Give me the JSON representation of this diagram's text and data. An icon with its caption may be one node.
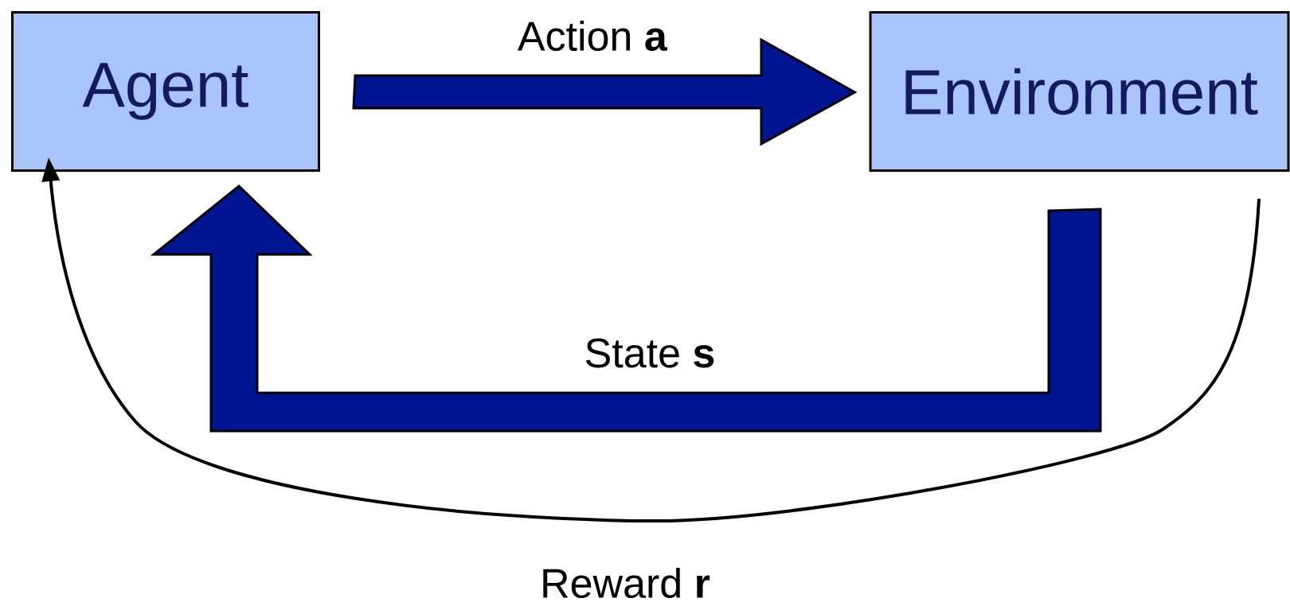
{
  "diagram": {
    "nodes": [
      {
        "text": [
          "Agent"
        ]
      },
      {
        "text": [
          "Environment"
        ]
      }
    ],
    "edges": [
      {
        "from": 0,
        "to": 1,
        "arrow": "to",
        "label": "Action **a**",
        "style": "thick"
      },
      {
        "from": 1,
        "to": 0,
        "arrow": "to",
        "label": "State **s**",
        "style": "thick"
      },
      {
        "from": 1,
        "to": 0,
        "arrow": "to",
        "label": "Reward **r**",
        "color": "#000000"
      }
    ]
  }
}
